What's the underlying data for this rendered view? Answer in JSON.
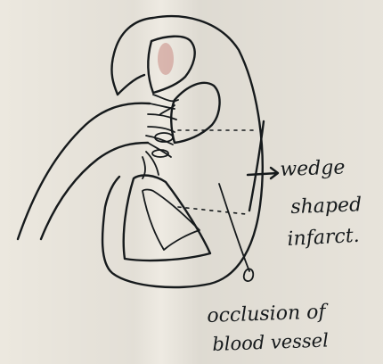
{
  "colors": {
    "paper": "#ece8df",
    "ink": "#161a1c",
    "stain": "#c98a84"
  },
  "labels": {
    "infarct_line1": "wedge",
    "infarct_line2": "shaped",
    "infarct_line3": "infarct.",
    "occlusion_line1": "occlusion of",
    "occlusion_line2": "blood vessel"
  }
}
